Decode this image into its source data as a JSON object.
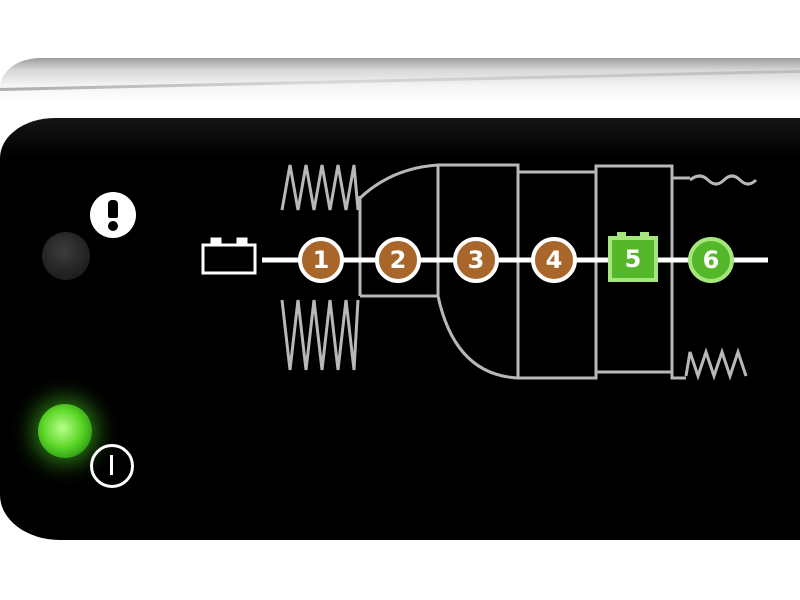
{
  "device": {
    "indicators": [
      {
        "name": "fault",
        "icon": "exclamation-icon",
        "state": "off",
        "color": "#2a2a2a"
      },
      {
        "name": "power",
        "icon": "power-icon",
        "state": "on",
        "color": "#5ed82a"
      }
    ],
    "steps": [
      {
        "label": "1",
        "shape": "circle",
        "color": "#a9662b",
        "state": "done"
      },
      {
        "label": "2",
        "shape": "circle",
        "color": "#a9662b",
        "state": "done"
      },
      {
        "label": "3",
        "shape": "circle",
        "color": "#a9662b",
        "state": "done"
      },
      {
        "label": "4",
        "shape": "circle",
        "color": "#a9662b",
        "state": "done"
      },
      {
        "label": "5",
        "shape": "square",
        "color": "#55b82b",
        "state": "active"
      },
      {
        "label": "6",
        "shape": "circle",
        "color": "#55b82b",
        "state": "active"
      }
    ],
    "colors": {
      "panel": "#000000",
      "line": "#ffffff",
      "waveform": "#b8b8b8",
      "amber": "#a9662b",
      "green": "#55b82b"
    }
  }
}
